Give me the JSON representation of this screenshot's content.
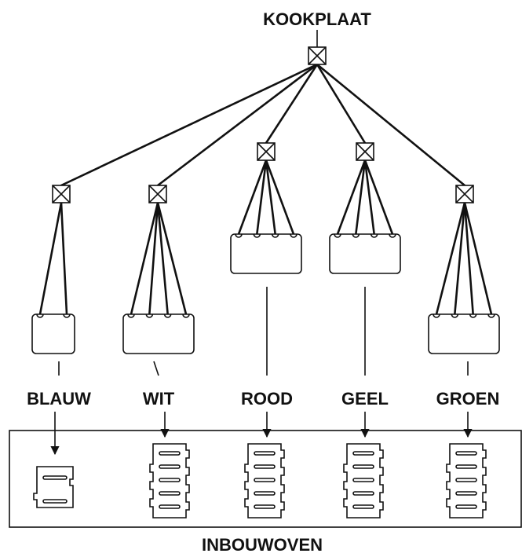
{
  "title": "KOOKPLAAT",
  "footer": "INBOUWOVEN",
  "colors": {
    "ink": "#111111",
    "paper": "#ffffff"
  },
  "icons": {
    "junction": "crossed-box-icon",
    "plug": "cable-connector-plug-icon",
    "socket": "oven-socket-connector-icon"
  },
  "connectors": [
    {
      "label": "BLAUW",
      "wires": 2
    },
    {
      "label": "WIT",
      "wires": 4
    },
    {
      "label": "ROOD",
      "wires": 4
    },
    {
      "label": "GEEL",
      "wires": 4
    },
    {
      "label": "GROEN",
      "wires": 4
    }
  ]
}
